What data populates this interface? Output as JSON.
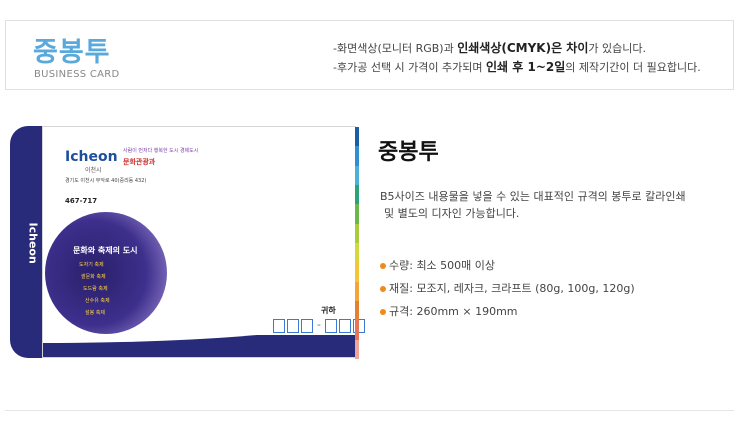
{
  "header": {
    "title": "중봉투",
    "subtitle": "BUSINESS CARD",
    "notice_line1_prefix": "-화면색상(모니터 RGB)과 ",
    "notice_line1_bold": "인쇄색상(CMYK)은 차이",
    "notice_line1_suffix": "가 있습니다.",
    "notice_line2_prefix": "-후가공 선택 시 가격이 추가되며 ",
    "notice_line2_bold": "인쇄 후 1~2일",
    "notice_line2_suffix": "의 제작기간이 더 필요합니다."
  },
  "envelope": {
    "flap_text": "Icheon",
    "logo_word": "Icheon",
    "logo_sub": "이천시",
    "slogan": "사람이 먼저다 행복한 도시 경제도시",
    "dept": "문화관광과",
    "address": "경기도 이천시 부악로 40(중리동 432)",
    "zip": "467-717",
    "circle_title": "문화와 축제의 도시",
    "circle_lines": [
      "도자기 축제",
      "쌀문화 축제",
      "도드람 축제",
      "산수유 축제",
      "설봉 축제"
    ],
    "recipient": "귀하",
    "strip_colors": [
      "#1a5fa6",
      "#2f8fd1",
      "#4db0d8",
      "#2aa37a",
      "#68b94a",
      "#a9cc3a",
      "#d3d93c",
      "#f4c535",
      "#f3a637",
      "#e77f33",
      "#e8775a",
      "#f0a59a"
    ]
  },
  "product": {
    "name": "중봉투",
    "desc_line1": "B5사이즈 내용물을 넣을 수 있는 대표적인 규격의 봉투로 칼라인쇄",
    "desc_line2": "및 별도의 디자인 가능합니다.",
    "specs": [
      "수량: 최소 500매 이상",
      "재질: 모조지, 레자크, 크라프트 (80g, 100g, 120g)",
      "규격: 260mm × 190mm"
    ],
    "bullet_color": "#f08a1c"
  }
}
